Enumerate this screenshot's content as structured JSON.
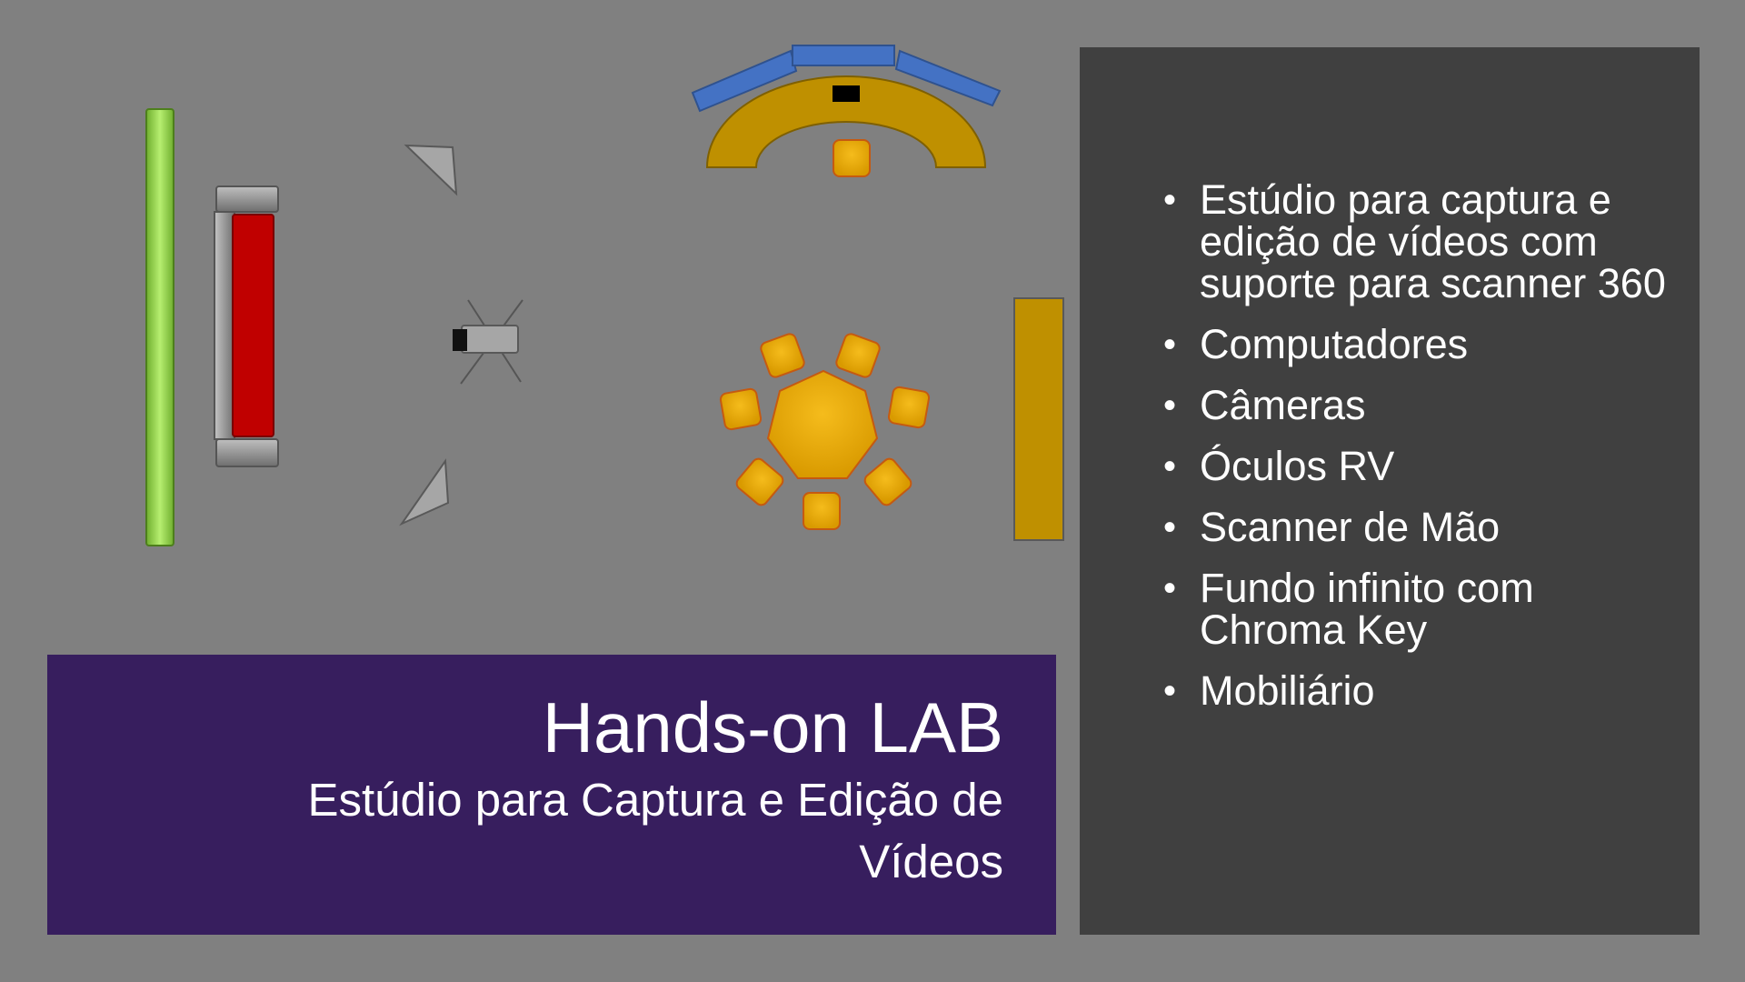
{
  "slide": {
    "title": "Hands-on LAB",
    "subtitle": "Estúdio para Captura e Edição de Vídeos"
  },
  "features": [
    "Estúdio para captura e edição de vídeos com suporte para scanner 360",
    "Computadores",
    "Câmeras",
    " Óculos RV",
    "Scanner de Mão",
    "Fundo infinito com Chroma Key",
    "Mobiliário"
  ],
  "colors": {
    "background": "#808080",
    "panel": "#404040",
    "title_box": "#371e5e",
    "chroma_wall": "#8fd14f",
    "sofa": "#c00000",
    "furniture": "#bf9000",
    "monitors": "#4472c4"
  }
}
